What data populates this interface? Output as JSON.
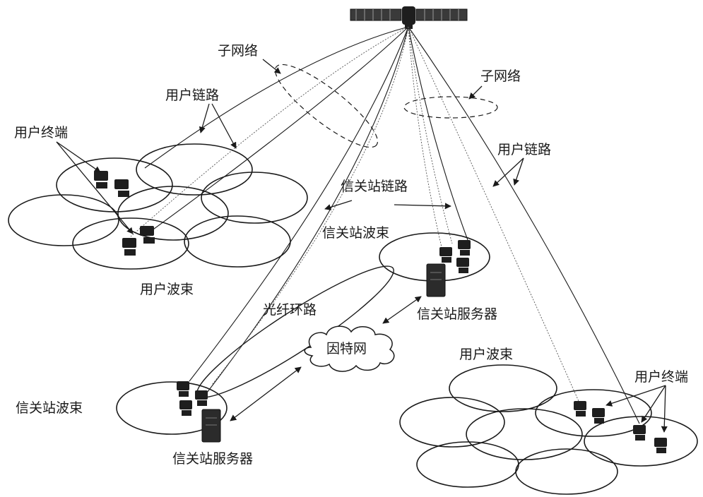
{
  "labels": {
    "subnet_left": "子网络",
    "subnet_right": "子网络",
    "user_link_left": "用户链路",
    "user_link_right": "用户链路",
    "user_terminal_left": "用户终端",
    "user_terminal_right": "用户终端",
    "gateway_link": "信关站链路",
    "gateway_beam_center": "信关站波束",
    "gateway_beam_left": "信关站波束",
    "user_beam_left": "用户波束",
    "user_beam_right": "用户波束",
    "fiber_loop": "光纤环路",
    "gateway_server_center": "信关站服务器",
    "gateway_server_bottom": "信关站服务器",
    "internet": "因特网"
  },
  "icons": {
    "satellite": "satellite-icon",
    "terminal": "user-terminal-icon",
    "server": "gateway-server-icon",
    "cloud": "internet-cloud-icon"
  },
  "colors": {
    "ink": "#1a1a1a",
    "background": "#ffffff"
  }
}
